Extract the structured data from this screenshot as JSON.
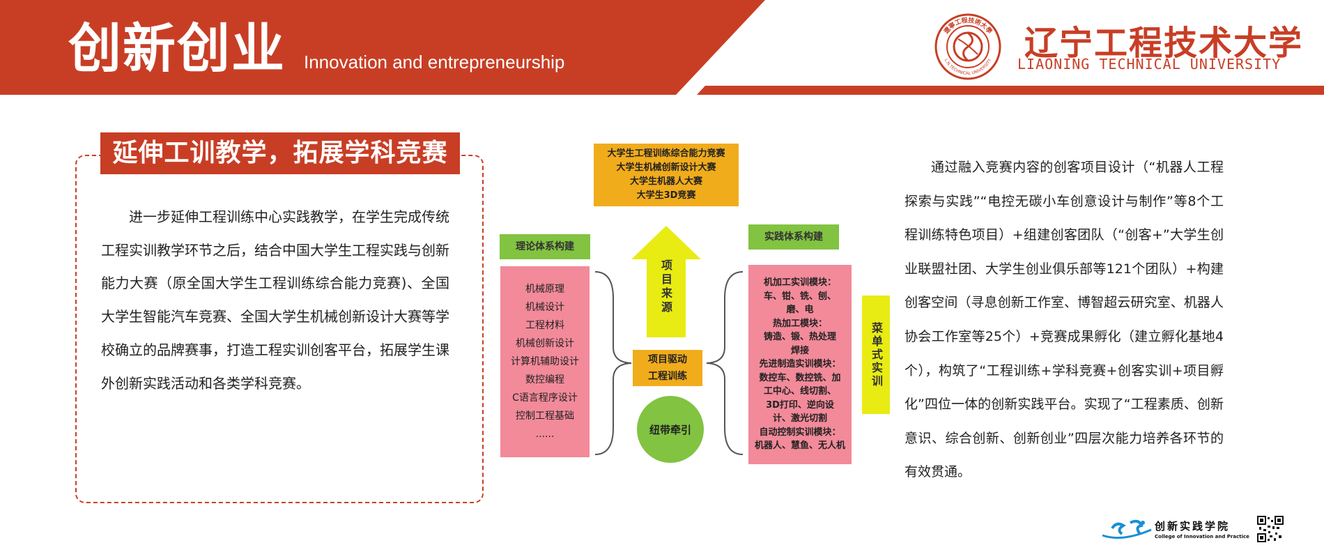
{
  "header": {
    "title": "创新创业",
    "subtitle": "Innovation and entrepreneurship",
    "university_cn": "辽宁工程技术大学",
    "university_en": "LIAONING TECHNICAL UNIVERSITY",
    "seal_text_top": "遼寧工程技術大學",
    "seal_text_bottom": "L.N.TECHNICAL UNIVERSITY",
    "brand_color": "#c83e25"
  },
  "left_section": {
    "title": "延伸工训教学，拓展学科竞赛",
    "body": "进一步延伸工程训练中心实践教学，在学生完成传统工程实训教学环节之后，结合中国大学生工程实践与创新能力大赛（原全国大学生工程训练综合能力竞赛)、全国大学生智能汽车竞赛、全国大学生机械创新设计大赛等学校确立的品牌赛事，打造工程实训创客平台，拓展学生课外创新实践活动和各类学科竞赛。"
  },
  "diagram": {
    "competitions": [
      "大学生工程训练综合能力竞赛",
      "大学生机械创新设计大赛",
      "大学生机器人大赛",
      "大学生3D竞赛"
    ],
    "arrow_label": "项目来源",
    "theory_label": "理论体系构建",
    "theory_items": [
      "机械原理",
      "机械设计",
      "工程材料",
      "机械创新设计",
      "计算机辅助设计",
      "数控编程",
      "C语言程序设计",
      "控制工程基础",
      "......"
    ],
    "practice_label": "实践体系构建",
    "practice_items": [
      "机加工实训模块：",
      "车、钳、铣、刨、",
      "磨、电",
      "热加工模块：",
      "铸造、锻、热处理",
      "焊接",
      "先进制造实训模块：",
      "数控车、数控铣、加",
      "工中心、线切割、",
      "3D打印、逆向设",
      "计、激光切割",
      "自动控制实训模块：",
      "机器人、慧鱼、无人机"
    ],
    "drive_line1": "项目驱动",
    "drive_line2": "工程训练",
    "circle_label": "纽带牵引",
    "menu_label": "菜单式实训",
    "colors": {
      "orange": "#f1ac1c",
      "green": "#82c341",
      "pink": "#f28a9a",
      "yellow": "#e8ec12",
      "arrow": "#e8ec12"
    }
  },
  "right_section": {
    "body": "通过融入竞赛内容的创客项目设计（“机器人工程探索与实践”“电控无碳小车创意设计与制作”等8个工程训练特色项目）+组建创客团队（“创客+”大学生创业联盟社团、大学生创业俱乐部等121个团队）+构建创客空间（寻息创新工作室、博智超云研究室、机器人协会工作室等25个）+竞赛成果孵化（建立孵化基地4个），构筑了“工程训练+学科竞赛+创客实训+项目孵化”四位一体的创新实践平台。实现了“工程素质、创新意识、综合创新、创新创业”四层次能力培养各环节的有效贯通。"
  },
  "footer": {
    "college_cn": "创新实践学院",
    "college_en": "College of Innovation and Practice",
    "logo_color": "#1a8fd6"
  }
}
